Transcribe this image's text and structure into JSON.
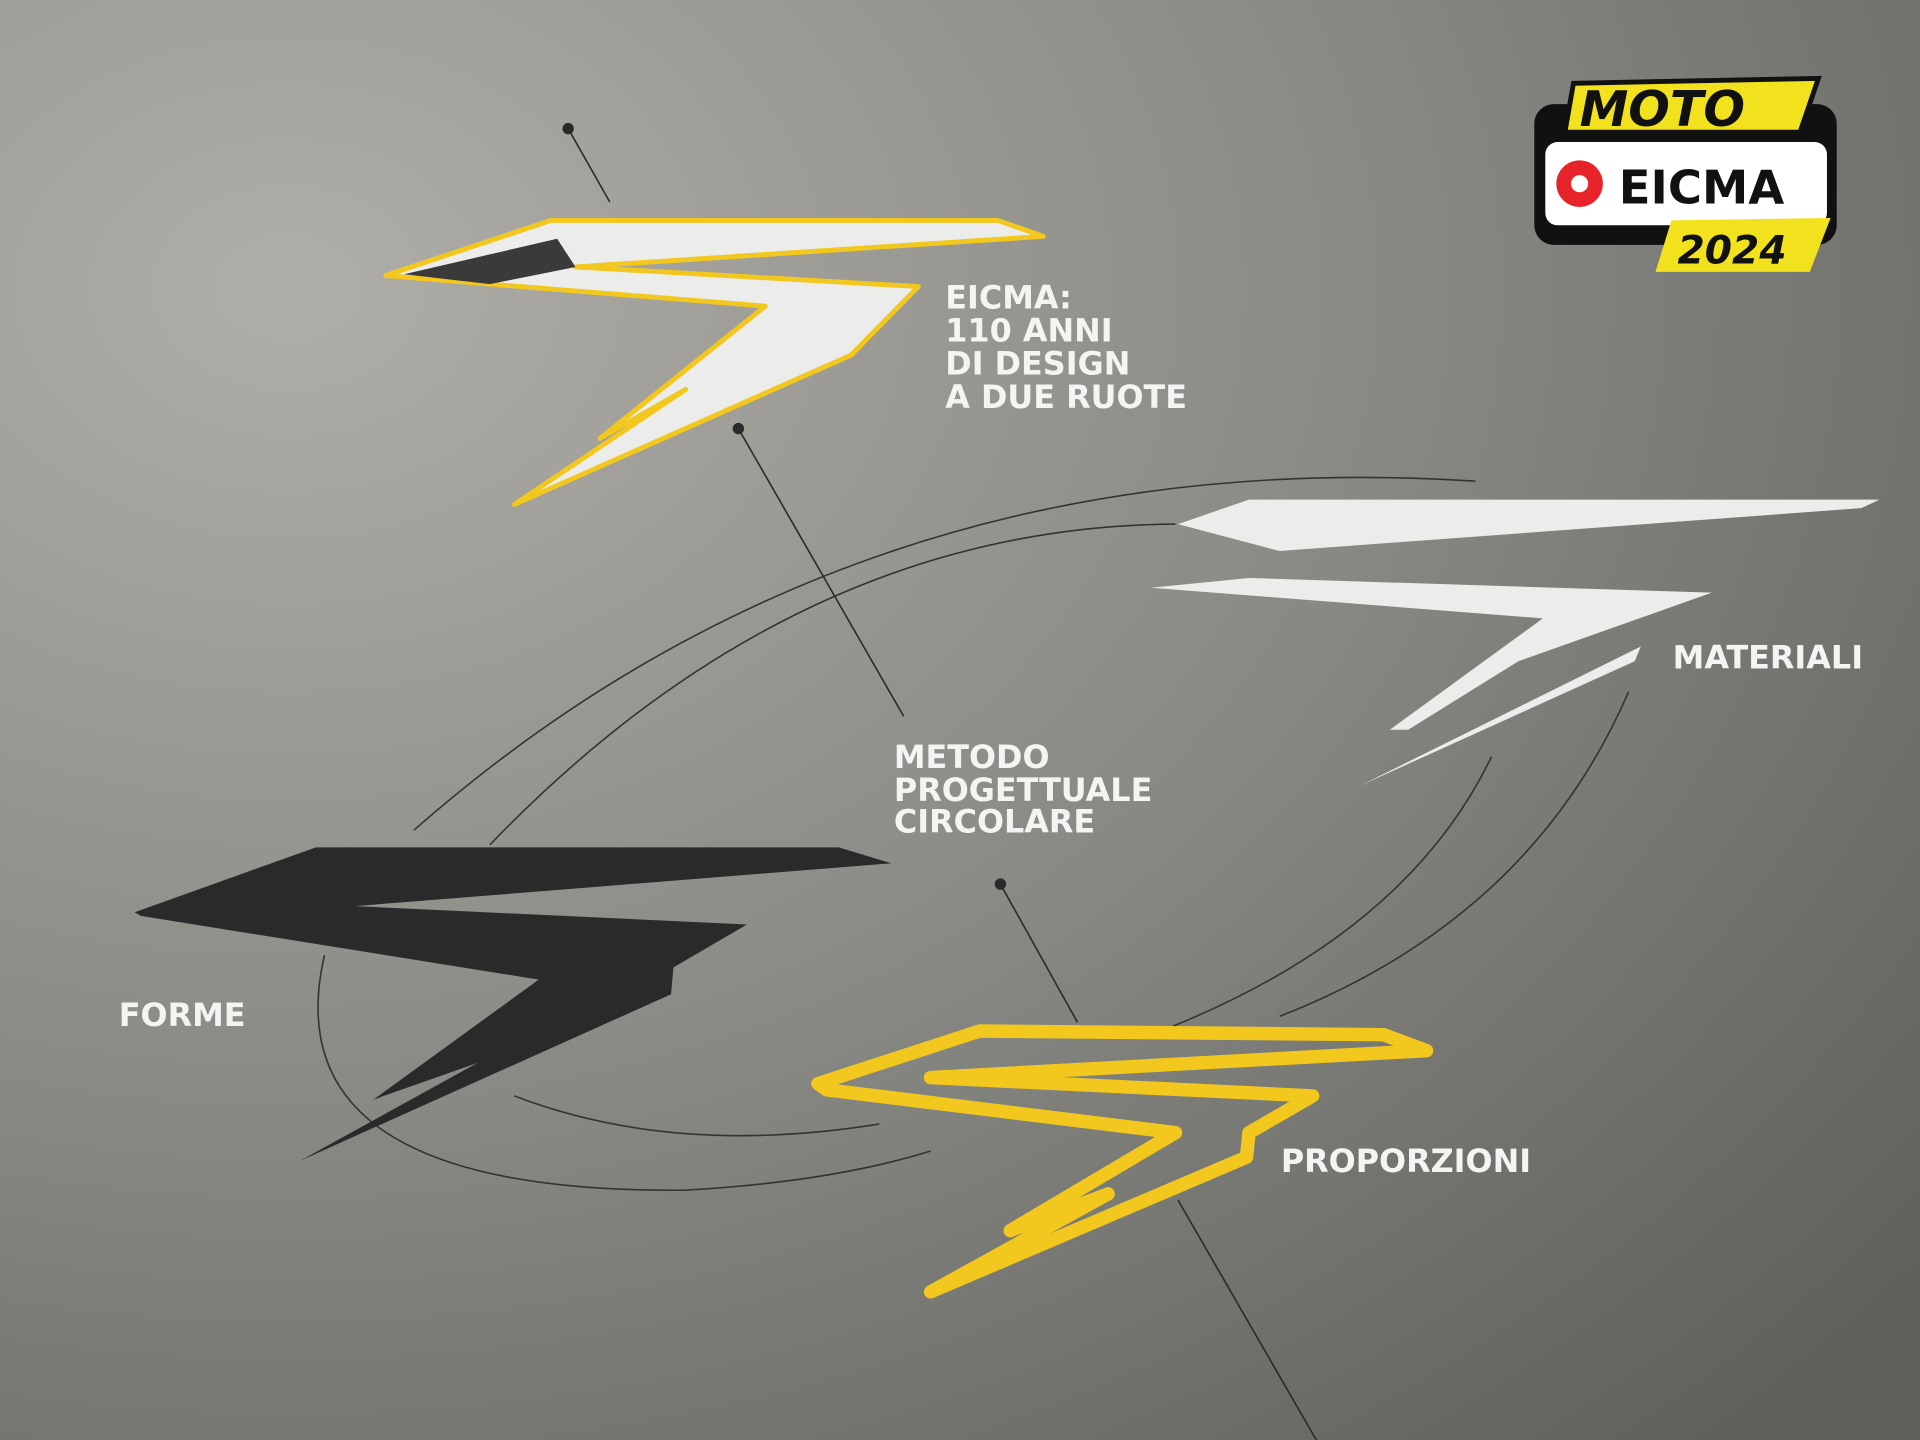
{
  "logo": {
    "top": "MOTO",
    "middle": "EICMA",
    "year": "2024"
  },
  "labels": {
    "title_lines": [
      "EICMA:",
      "110 ANNI",
      "DI DESIGN",
      "A DUE RUOTE"
    ],
    "materiali": "MATERIALI",
    "metodo_lines": [
      "METODO",
      "PROGETTUALE",
      "CIRCOLARE"
    ],
    "forme": "FORME",
    "proporzioni": "PROPORZIONI"
  },
  "colors": {
    "yellow": "#f2c81e",
    "black": "#2a2a2a",
    "white": "#ececea",
    "wall": "#8a8a86"
  }
}
